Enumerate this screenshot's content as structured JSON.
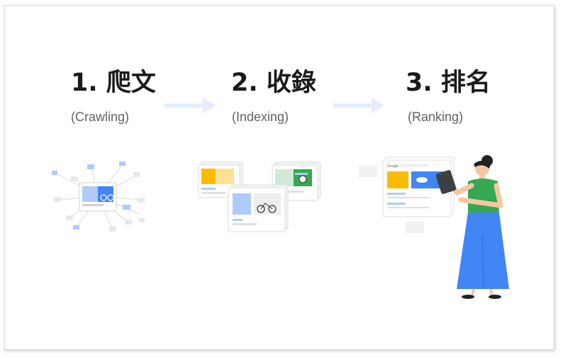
{
  "steps": [
    {
      "title": "1. 爬文",
      "subtitle": "(Crawling)"
    },
    {
      "title": "2. 收錄",
      "subtitle": "(Indexing)"
    },
    {
      "title": "3. 排名",
      "subtitle": "(Ranking)"
    }
  ],
  "search_logo_text": "Google",
  "colors": {
    "text": "#1a1a1a",
    "subtext": "#5f6368",
    "arrow": "#e3edfb",
    "accent_blue": "#4285f4",
    "light_blue": "#aecbfa",
    "yellow": "#fbbc04",
    "green": "#34a853",
    "skirt": "#4285f4",
    "shirt": "#34a853"
  },
  "icons": [
    "crawl-network-icon",
    "indexed-pages-icon",
    "ranking-person-icon",
    "arrow-right-icon"
  ]
}
